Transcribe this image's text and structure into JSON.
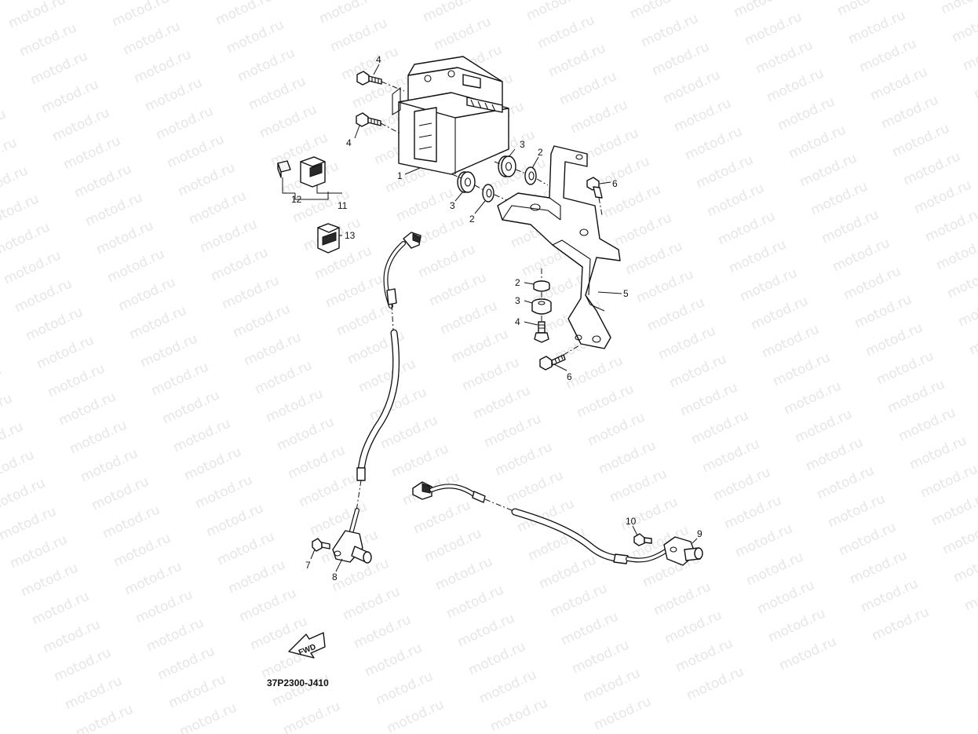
{
  "watermark": {
    "text": "motod.ru"
  },
  "diagram_code": "37P2300-J410",
  "fwd_label": "FWD",
  "callouts": {
    "hydraulic_unit": "1",
    "grommet_a": "2",
    "grommet_b": "2",
    "grommet_c": "2",
    "damper_a": "3",
    "damper_b": "3",
    "damper_c": "3",
    "bolt_top": "4",
    "bolt_mid": "4",
    "bolt_lower": "4",
    "bracket": "5",
    "bolt_bracket_top": "6",
    "bolt_bracket_low": "6",
    "screw_front_sensor": "7",
    "front_sensor": "8",
    "rear_sensor": "9",
    "screw_rear_sensor": "10",
    "fuse_box_assy": "11",
    "fuse": "12",
    "relay": "13"
  }
}
